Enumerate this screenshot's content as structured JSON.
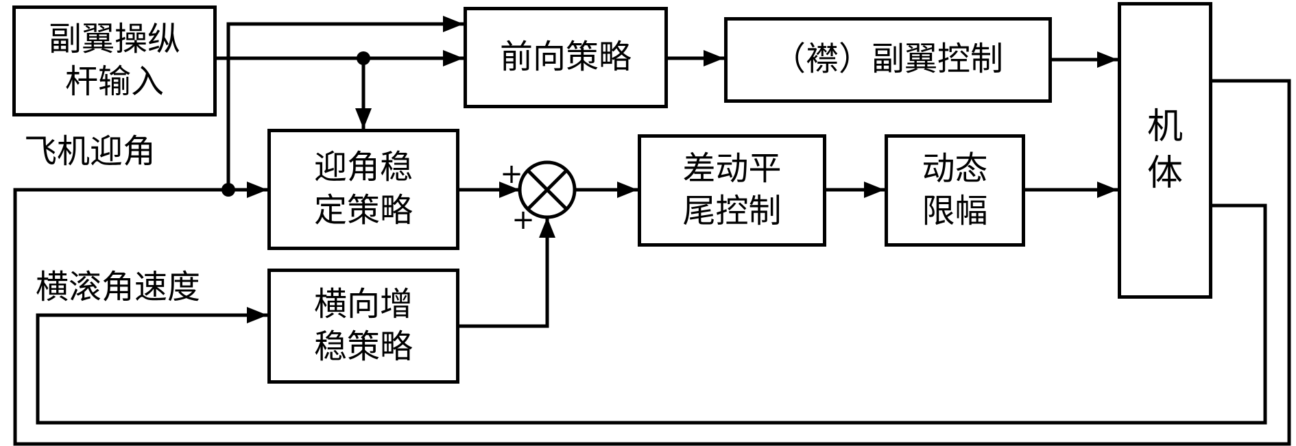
{
  "diagram": {
    "type": "control-block-diagram",
    "colors": {
      "background": "#ffffff",
      "line": "#000000",
      "text": "#000000"
    },
    "blocks": {
      "stick_input": {
        "label": "副翼操纵\n杆输入"
      },
      "forward_strategy": {
        "label": "前向策略"
      },
      "flap_aileron_control": {
        "label": "（襟）副翼控制"
      },
      "airframe": {
        "label": "机\n体"
      },
      "aoa_stabilization": {
        "label": "迎角稳\n定策略"
      },
      "diff_tail_control": {
        "label": "差动平\n尾控制"
      },
      "dynamic_limiter": {
        "label": "动态\n限幅"
      },
      "lateral_augmentation": {
        "label": "横向增\n稳策略"
      }
    },
    "signal_labels": {
      "aoa": "飞机迎角",
      "roll_rate": "横滚角速度"
    },
    "summing_junction": {
      "left_sign": "+",
      "bottom_sign": "+"
    },
    "edges": [
      {
        "from": "stick_input",
        "to": "forward_strategy"
      },
      {
        "from": "stick_input",
        "to": "aoa_stabilization",
        "via": "branch-dot"
      },
      {
        "from": "aoa_feedback_line",
        "to": "aoa_stabilization"
      },
      {
        "from": "aoa_feedback_line",
        "to": "forward_strategy",
        "via": "branch-dot"
      },
      {
        "from": "forward_strategy",
        "to": "flap_aileron_control"
      },
      {
        "from": "flap_aileron_control",
        "to": "airframe"
      },
      {
        "from": "aoa_stabilization",
        "to": "summing_junction",
        "sign": "+"
      },
      {
        "from": "lateral_augmentation",
        "to": "summing_junction",
        "sign": "+"
      },
      {
        "from": "summing_junction",
        "to": "diff_tail_control"
      },
      {
        "from": "diff_tail_control",
        "to": "dynamic_limiter"
      },
      {
        "from": "dynamic_limiter",
        "to": "airframe"
      },
      {
        "from": "airframe",
        "to": "aoa_feedback_line"
      },
      {
        "from": "airframe",
        "to": "roll_rate_feedback_line"
      },
      {
        "from": "roll_rate_feedback_line",
        "to": "lateral_augmentation"
      }
    ]
  }
}
